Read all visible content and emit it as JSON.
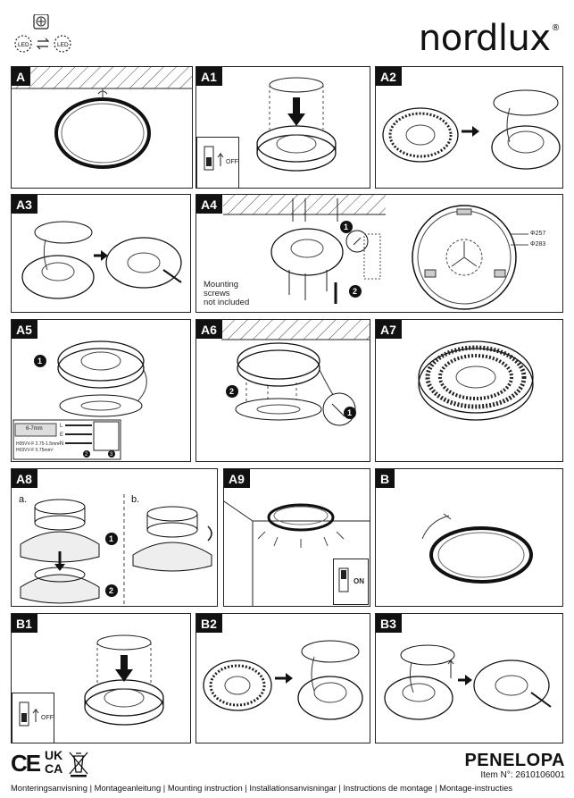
{
  "header": {
    "brand": "nordlux",
    "brand_mark": "®",
    "led_text_1": "LED",
    "led_text_2": "LED"
  },
  "panels": {
    "A": {
      "label": "A"
    },
    "A1": {
      "label": "A1",
      "switch_text": "OFF"
    },
    "A2": {
      "label": "A2"
    },
    "A3": {
      "label": "A3"
    },
    "A4": {
      "label": "A4",
      "note": "Mounting\nscrews\nnot included",
      "dim1": "Φ257",
      "dim2": "Φ283",
      "step1": "1",
      "step2": "2"
    },
    "A5": {
      "label": "A5",
      "step1": "1",
      "wire_l": "L",
      "wire_e": "E",
      "wire_n": "N",
      "spec1": "H05VV-F 2.75-1.5mm²",
      "spec2": "H03VV-F 0.75mm²",
      "strip": "6-7mm",
      "step2": "2",
      "step3": "3"
    },
    "A6": {
      "label": "A6",
      "step1": "1",
      "step2": "2"
    },
    "A7": {
      "label": "A7"
    },
    "A8": {
      "label": "A8",
      "sub_a": "a.",
      "sub_b": "b.",
      "step1": "1",
      "step2": "2"
    },
    "A9": {
      "label": "A9",
      "switch_text": "ON"
    },
    "B": {
      "label": "B"
    },
    "B1": {
      "label": "B1",
      "switch_text": "OFF"
    },
    "B2": {
      "label": "B2"
    },
    "B3": {
      "label": "B3"
    }
  },
  "footer": {
    "cert_ce": "CE",
    "cert_uk": "UK",
    "cert_ca": "CA",
    "product_name": "PENELOPA",
    "item_number": "Item N°: 2610106001",
    "languages": "Monteringsanvisning | Montageanleitung | Mounting instruction | Installationsanvisningar | Instructions de montage | Montage-instructies"
  }
}
